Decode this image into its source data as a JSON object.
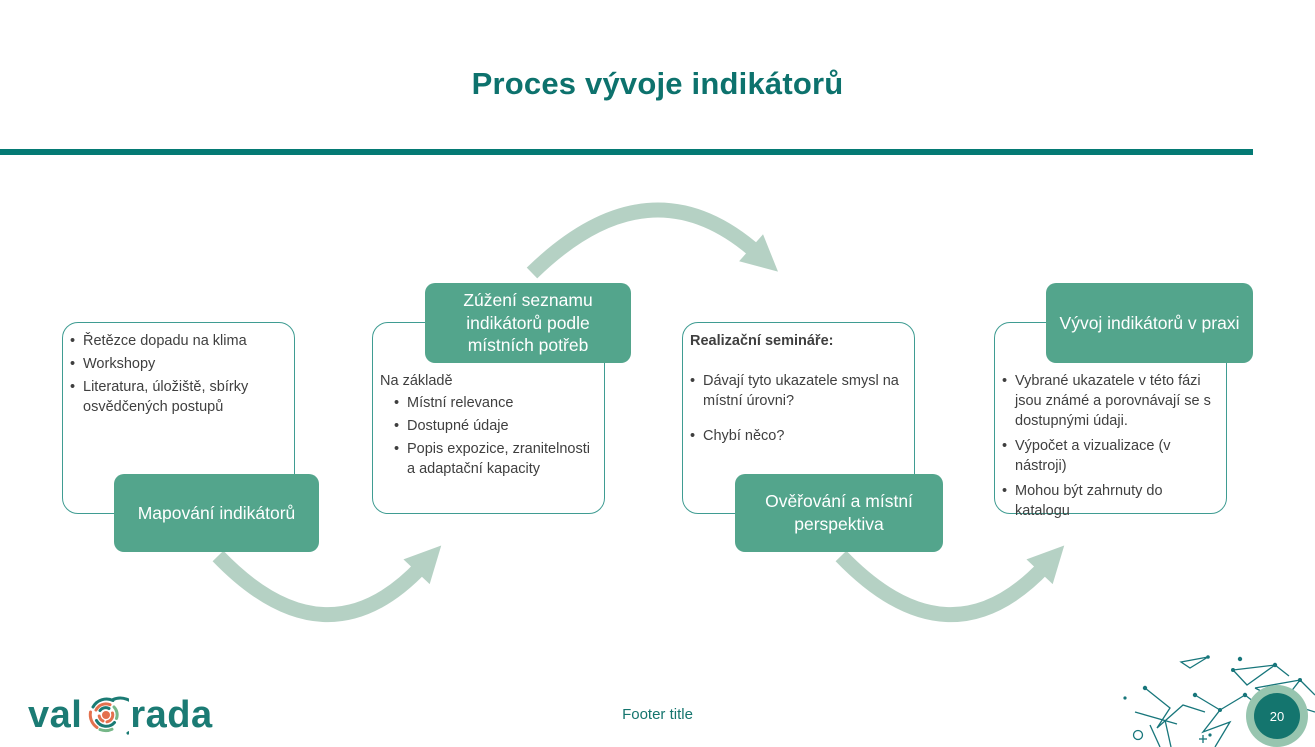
{
  "slide": {
    "title": "Proces vývoje indikátorů",
    "footer": "Footer title",
    "page_number": "20"
  },
  "logo": {
    "text_left": "val",
    "text_right": "rada",
    "icon": "valorada-globe-icon"
  },
  "colors": {
    "title_teal": "#0d726d",
    "divider_teal": "#047a74",
    "label_green": "#53a58c",
    "panel_border": "#3f9c92",
    "arrow_green": "#b5d1c4",
    "body_text": "#3f3f3f",
    "badge_outer": "#97c5af",
    "badge_inner": "#14756e"
  },
  "steps": [
    {
      "label": "Mapování indikátorů",
      "label_position": "bottom",
      "bullets": [
        "Řetězce dopadu na klima",
        "Workshopy",
        "Literatura, úložiště, sbírky osvědčených postupů"
      ]
    },
    {
      "label": "Zúžení seznamu indikátorů podle místních potřeb",
      "label_position": "top",
      "intro": "Na základě",
      "bullets": [
        "Místní relevance",
        "Dostupné údaje",
        "Popis expozice, zranitelnosti a adaptační kapacity"
      ]
    },
    {
      "label": "Ověřování a místní perspektiva",
      "label_position": "bottom",
      "intro_bold": "Realizační semináře:",
      "bullets": [
        "Dávají tyto ukazatele smysl na místní úrovni?",
        "Chybí něco?"
      ]
    },
    {
      "label": "Vývoj indikátorů v praxi",
      "label_position": "top",
      "bullets": [
        "Vybrané ukazatele v této fázi jsou známé a porovnávají se s dostupnými údaji.",
        "Výpočet a vizualizace (v nástroji)",
        "Mohou být zahrnuty do katalogu"
      ]
    }
  ]
}
